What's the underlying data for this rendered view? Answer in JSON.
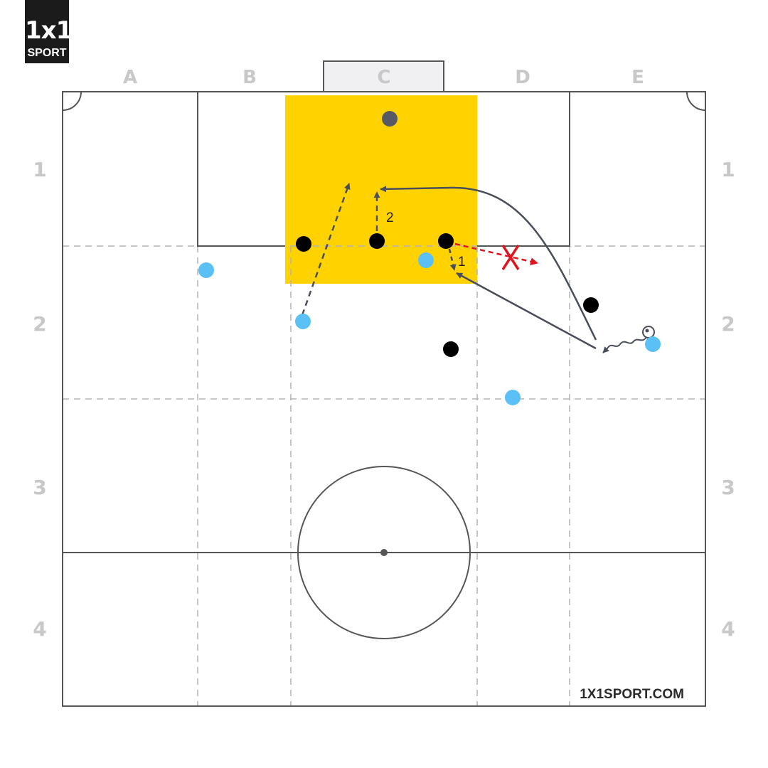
{
  "logo": {
    "mark": "1x1",
    "text": "SPORT"
  },
  "columns": [
    "A",
    "B",
    "C",
    "D",
    "E"
  ],
  "rows": [
    "1",
    "2",
    "3",
    "4"
  ],
  "site": "1X1SPORT.COM",
  "annotations": {
    "step1": "1",
    "step2": "2"
  },
  "colors": {
    "highlight_zone": "#ffd200",
    "attacker": "#5bc0f5",
    "defender": "#000000",
    "goalkeeper": "#555a64",
    "arrow": "#4a4e5a",
    "blocked_pass": "#e0141e",
    "pitch_lines": "#555555",
    "grid_dashes": "#b4b4b4"
  }
}
